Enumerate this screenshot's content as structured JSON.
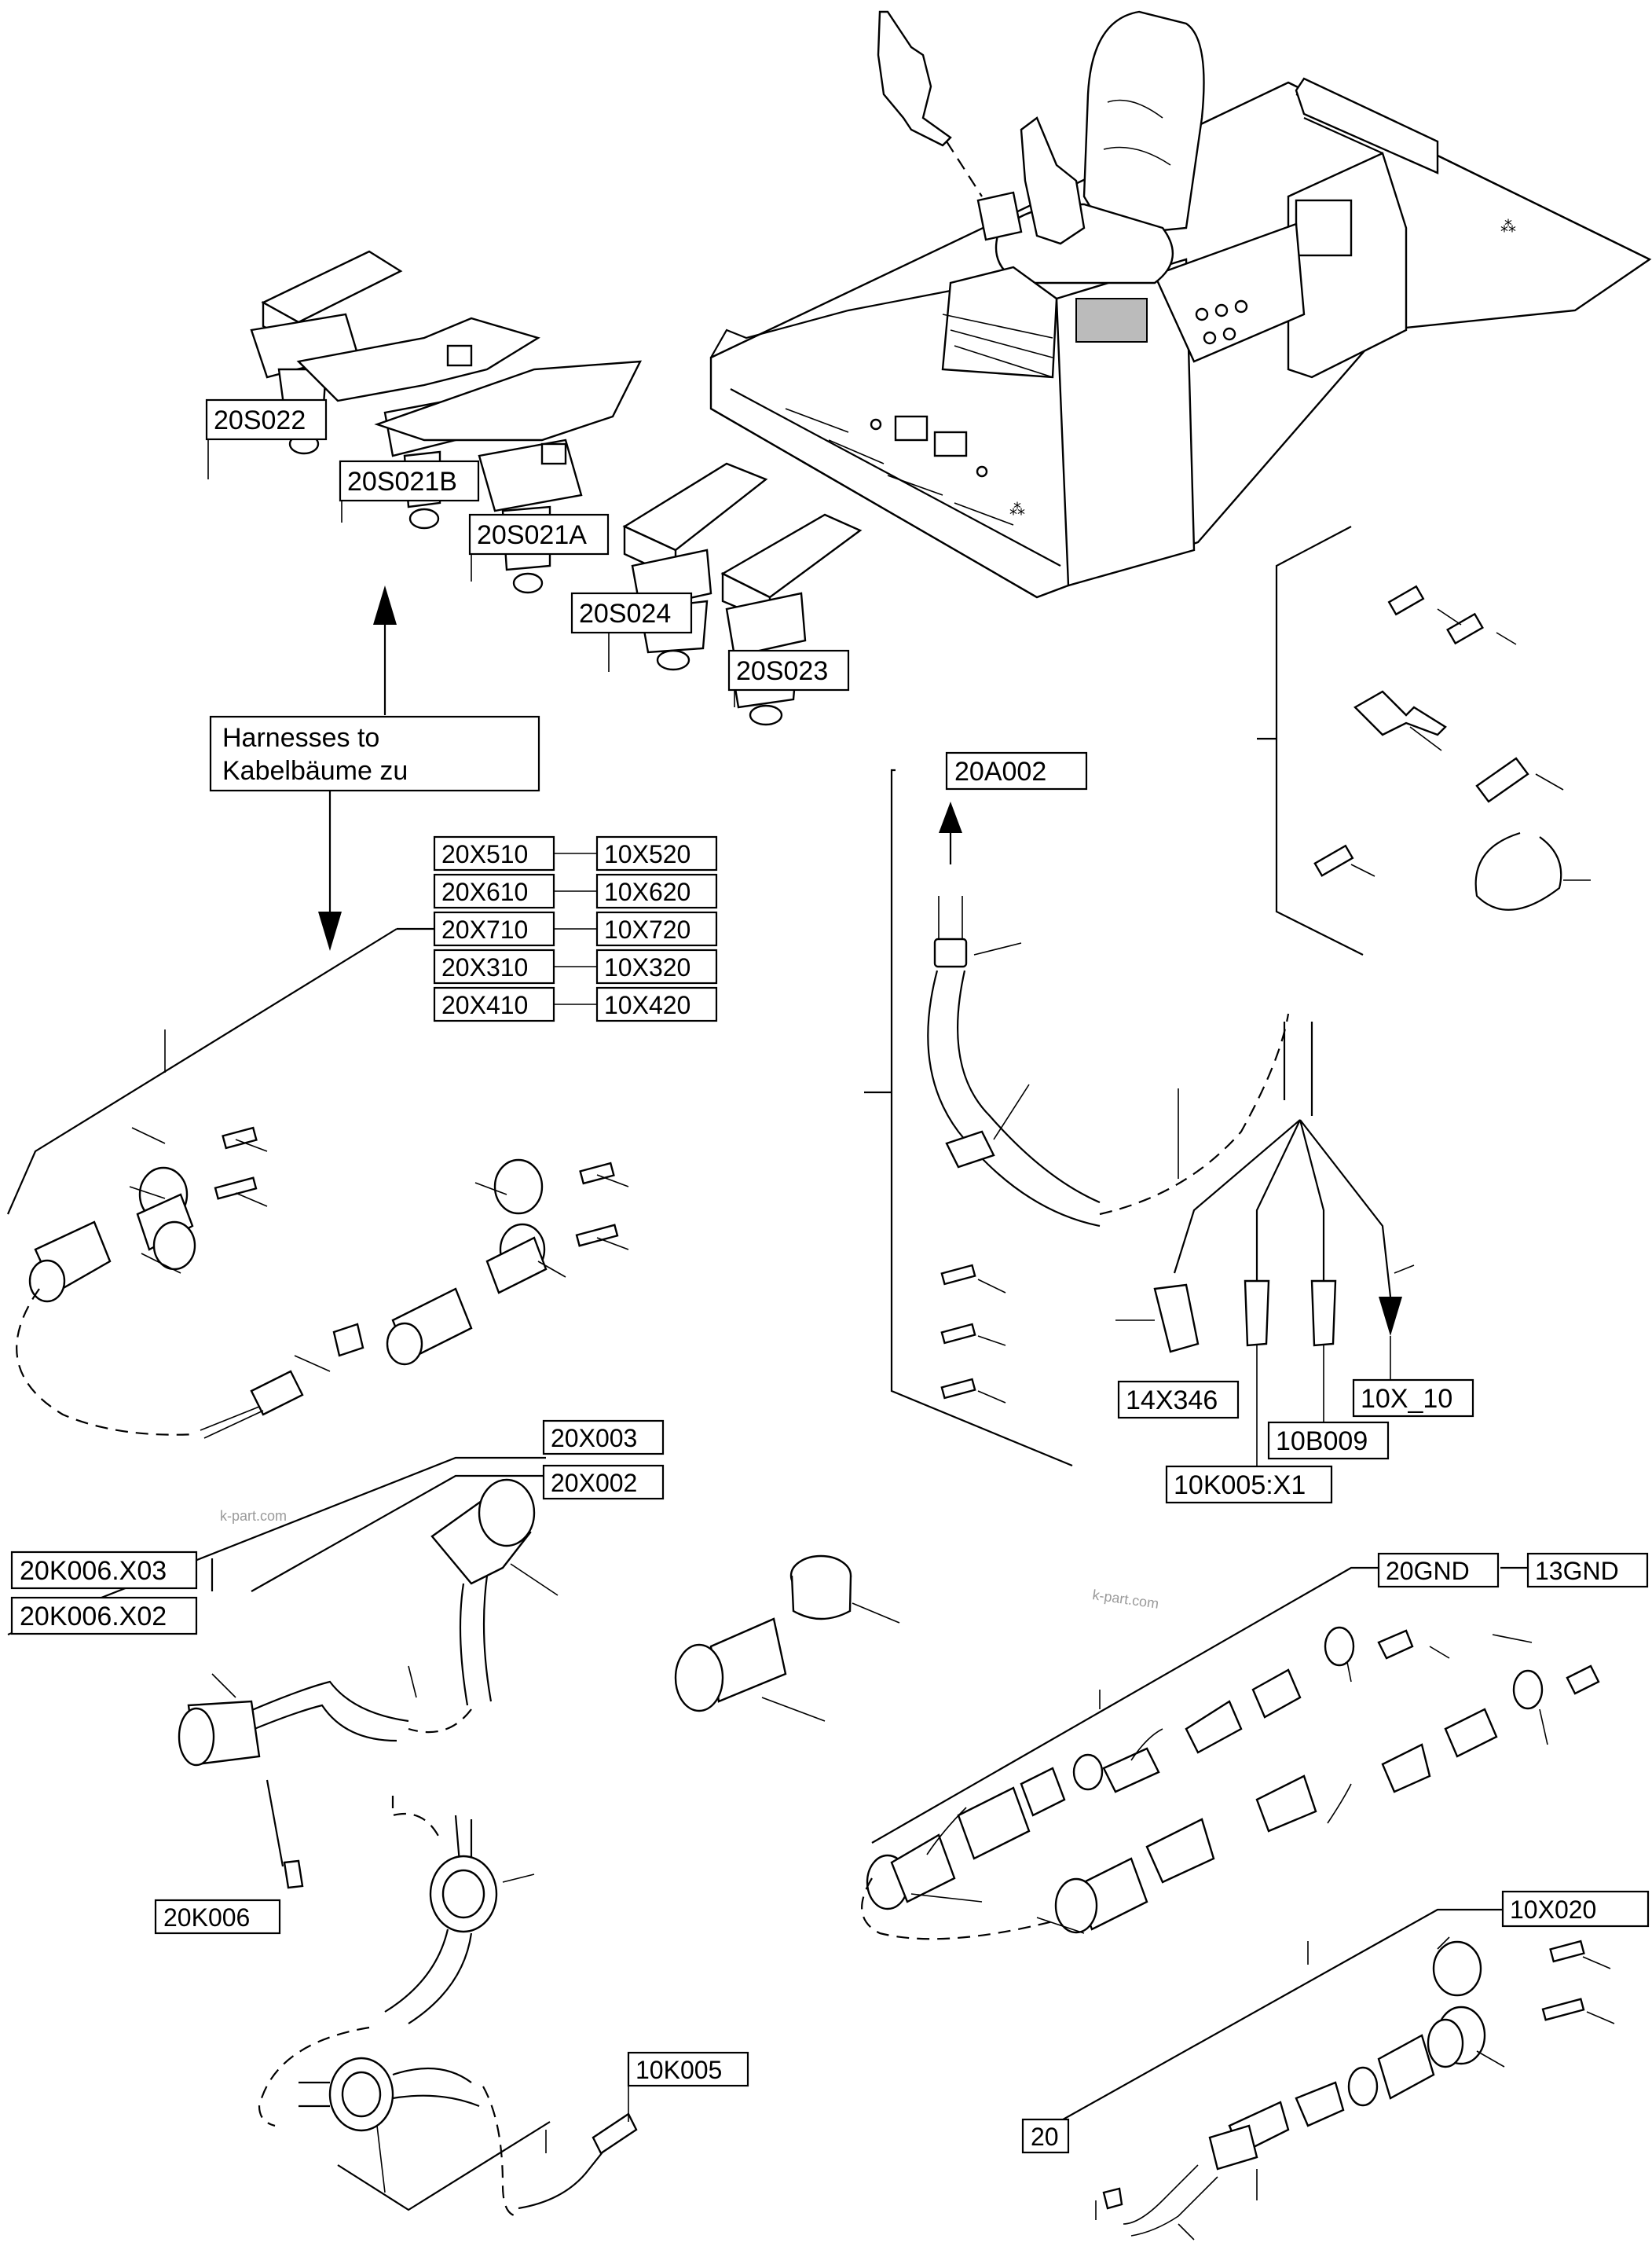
{
  "diagram": {
    "callout": {
      "line1": "Harnesses to",
      "line2": "Kabelbäume zu"
    },
    "labels": {
      "pedal_20S022": "20S022",
      "pedal_20S021B": "20S021B",
      "pedal_20S021A": "20S021A",
      "pedal_20S024": "20S024",
      "pedal_20S023": "20S023",
      "conn_20A002": "20A002",
      "conn_14X346": "14X346",
      "conn_10X_10": "10X_10",
      "conn_10B009": "10B009",
      "conn_10K005_X1": "10K005:X1",
      "conn_20X003": "20X003",
      "conn_20X002": "20X002",
      "conn_20K006_X03": "20K006.X03",
      "conn_20K006_X02": "20K006.X02",
      "conn_20K006": "20K006",
      "conn_10K005": "10K005",
      "gnd_20GND": "20GND",
      "gnd_13GND": "13GND",
      "conn_10X020": "10X020",
      "conn_20": "20"
    },
    "harness_pairs": [
      {
        "left": "20X510",
        "right": "10X520"
      },
      {
        "left": "20X610",
        "right": "10X620"
      },
      {
        "left": "20X710",
        "right": "10X720"
      },
      {
        "left": "20X310",
        "right": "10X320"
      },
      {
        "left": "20X410",
        "right": "10X420"
      }
    ],
    "watermarks": {
      "wm1": "k-part.com",
      "wm2": "k-part.com"
    }
  }
}
